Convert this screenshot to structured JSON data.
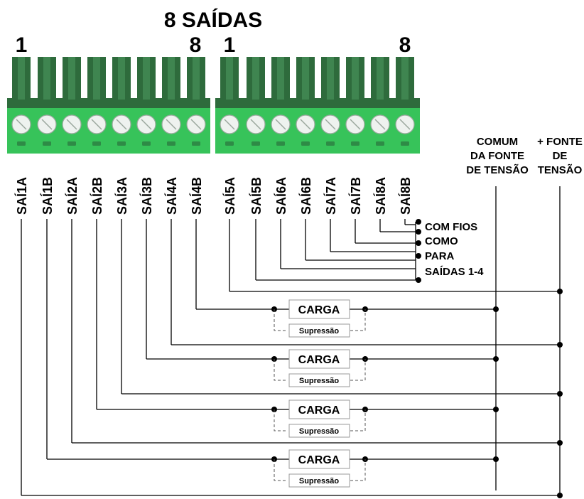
{
  "title": "8 SAÍDAS",
  "connectors": [
    {
      "first": "1",
      "last": "8"
    },
    {
      "first": "1",
      "last": "8"
    }
  ],
  "terminals": [
    "SAÍ1A",
    "SAÍ1B",
    "SAÍ2A",
    "SAÍ2B",
    "SAÍ3A",
    "SAÍ3B",
    "SAÍ4A",
    "SAÍ4B",
    "SAÍ5A",
    "SAÍ5B",
    "SAÍ6A",
    "SAÍ6B",
    "SAÍ7A",
    "SAÍ7B",
    "SAÍ8A",
    "SAÍ8B"
  ],
  "wiring_note": [
    "COM FIOS",
    "COMO",
    "PARA",
    "SAÍDAS 1-4"
  ],
  "common_label": [
    "COMUM",
    "DA FONTE",
    "DE TENSÃO"
  ],
  "supply_label": [
    "+ FONTE",
    "DE",
    "TENSÃO"
  ],
  "loads": [
    {
      "label": "CARGA",
      "suppression": "Supressão"
    },
    {
      "label": "CARGA",
      "suppression": "Supressão"
    },
    {
      "label": "CARGA",
      "suppression": "Supressão"
    },
    {
      "label": "CARGA",
      "suppression": "Supressão"
    }
  ],
  "colors": {
    "connector_dark": "#2e6b3c",
    "connector_body": "#37c35a",
    "screw": "#eef2ef",
    "wire": "#000000"
  }
}
